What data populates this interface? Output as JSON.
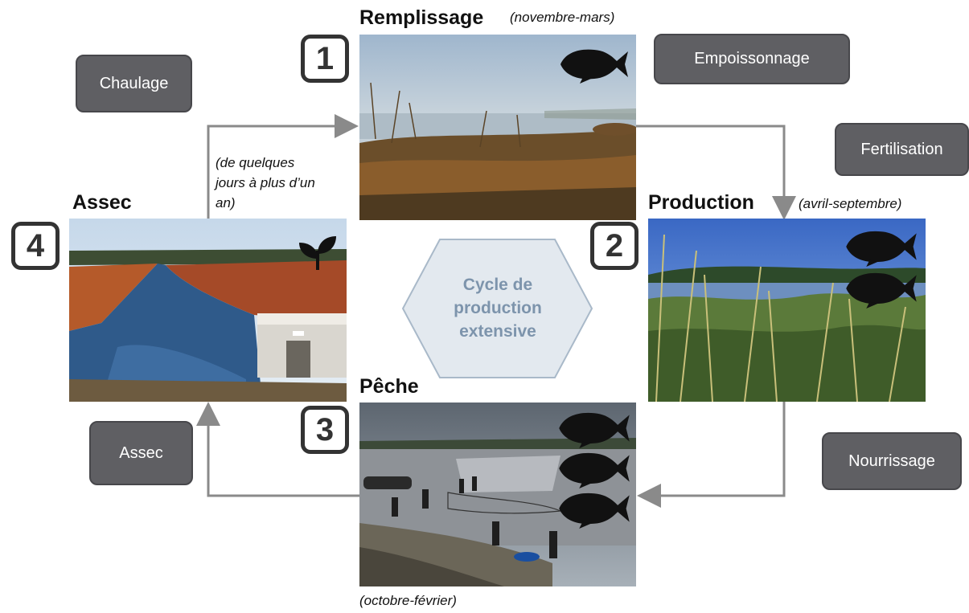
{
  "stages": {
    "remplissage": {
      "title": "Remplissage",
      "period": "(novembre-mars)",
      "number": "1"
    },
    "production": {
      "title": "Production",
      "period": "(avril-septembre)",
      "number": "2"
    },
    "peche": {
      "title": "Pêche",
      "period": "(octobre-février)",
      "number": "3"
    },
    "assec": {
      "title": "Assec",
      "period_lines": [
        "(de quelques",
        "jours à plus d’un",
        "an)"
      ],
      "number": "4"
    }
  },
  "actions": {
    "empoissonnage": "Empoissonnage",
    "fertilisation": "Fertilisation",
    "nourrissage": "Nourrissage",
    "assec": "Assec",
    "chaulage": "Chaulage"
  },
  "center": {
    "lines": [
      "Cycle de",
      "production",
      "extensive"
    ]
  },
  "icons": {
    "fish": "fish-icon",
    "plant": "plant-sprout-icon"
  },
  "colors": {
    "arrow": "#8a8a8a",
    "action_box": "#5f5f63",
    "hexagon_fill": "#e3e9ef",
    "hexagon_stroke": "#a9b9c9",
    "hexagon_text": "#7d94ac"
  }
}
